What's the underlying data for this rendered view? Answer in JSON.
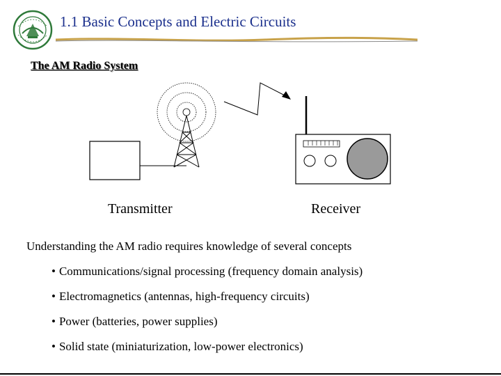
{
  "header": {
    "title": "1.1 Basic Concepts and Electric Circuits"
  },
  "slide": {
    "subtitle": "The AM Radio System",
    "diagram": {
      "transmitter_label": "Transmitter",
      "receiver_label": "Receiver"
    },
    "lead": "Understanding the AM radio requires knowledge of several concepts",
    "bullet_marker": "•",
    "bullets": [
      "Communications/signal processing (frequency domain analysis)",
      "Electromagnetics (antennas, high-frequency circuits)",
      "Power (batteries, power supplies)",
      "Solid state (miniaturization, low-power electronics)"
    ]
  },
  "colors": {
    "title": "#1a2f8c",
    "logo_green": "#2f7a3a",
    "rule_gold": "#c8a24a"
  },
  "icons": {
    "logo": "university-seal-icon",
    "tower": "antenna-tower-icon",
    "radio": "radio-receiver-icon"
  }
}
